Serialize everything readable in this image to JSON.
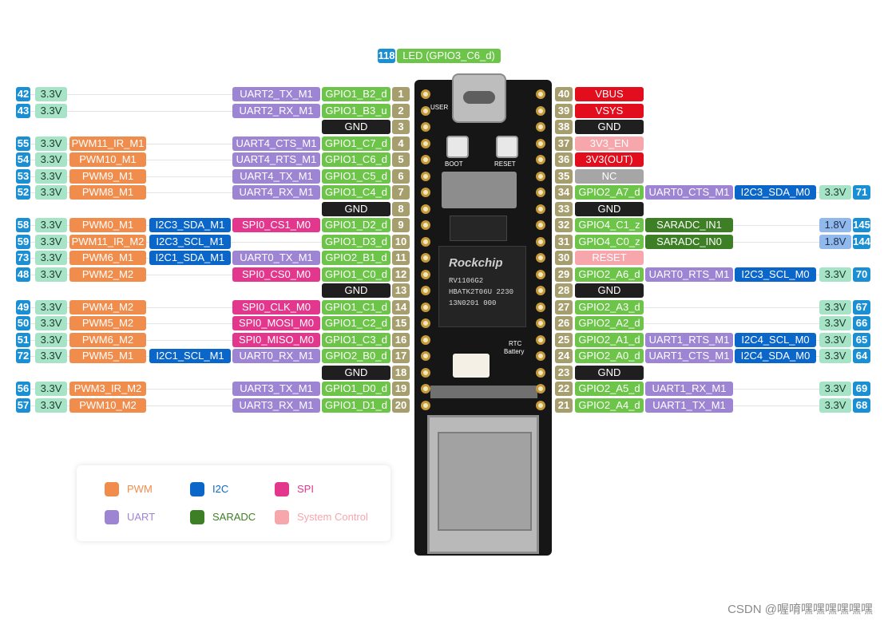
{
  "palette": {
    "id": "#1b8fd4",
    "v33": "#a6e3c7",
    "pwm": "#f08d4d",
    "i2c": "#0b66c9",
    "spi": "#e2378c",
    "uart": "#9d85d4",
    "gpio": "#6cc448",
    "pin": "#a79e6e",
    "gnd": "#1f1f1f",
    "saradc": "#3d7f24",
    "power": "#e20e1d",
    "syscontrol": "#f7a6ac",
    "nc": "#a6a6a6",
    "v18": "#92b9ec"
  },
  "top_label": {
    "id": "118",
    "name": "LED (GPIO3_C6_d)"
  },
  "board": {
    "usb_label": "USER",
    "boot_label": "BOOT",
    "reset_label": "RESET",
    "chip_brand": "Rockchip",
    "chip_lines": [
      "RV1106G2",
      "HBATK2T06U 2230",
      "13N0201 000"
    ],
    "rtc_label": "RTC",
    "battery_label": "Battery"
  },
  "left_rows": [
    {
      "pin": "1",
      "cells": [
        {
          "t": "id",
          "v": "42"
        },
        {
          "t": "v33",
          "v": "3.3V"
        },
        {
          "t": "gap"
        },
        {
          "t": "gap"
        },
        {
          "t": "gap"
        },
        {
          "t": "uart",
          "v": "UART2_TX_M1"
        },
        {
          "t": "gpio",
          "v": "GPIO1_B2_d"
        }
      ]
    },
    {
      "pin": "2",
      "cells": [
        {
          "t": "id",
          "v": "43"
        },
        {
          "t": "v33",
          "v": "3.3V"
        },
        {
          "t": "gap"
        },
        {
          "t": "gap"
        },
        {
          "t": "gap"
        },
        {
          "t": "uart",
          "v": "UART2_RX_M1"
        },
        {
          "t": "gpio",
          "v": "GPIO1_B3_u"
        }
      ]
    },
    {
      "pin": "3",
      "cells": [
        {
          "t": "gap"
        },
        {
          "t": "gap"
        },
        {
          "t": "gap"
        },
        {
          "t": "gap"
        },
        {
          "t": "gap"
        },
        {
          "t": "gap"
        },
        {
          "t": "gnd",
          "v": "GND"
        }
      ]
    },
    {
      "pin": "4",
      "cells": [
        {
          "t": "id",
          "v": "55"
        },
        {
          "t": "v33",
          "v": "3.3V"
        },
        {
          "t": "pwm",
          "v": "PWM11_IR_M1"
        },
        {
          "t": "gap"
        },
        {
          "t": "gap"
        },
        {
          "t": "uart",
          "v": "UART4_CTS_M1"
        },
        {
          "t": "gpio",
          "v": "GPIO1_C7_d"
        }
      ]
    },
    {
      "pin": "5",
      "cells": [
        {
          "t": "id",
          "v": "54"
        },
        {
          "t": "v33",
          "v": "3.3V"
        },
        {
          "t": "pwm",
          "v": "PWM10_M1"
        },
        {
          "t": "gap"
        },
        {
          "t": "gap"
        },
        {
          "t": "uart",
          "v": "UART4_RTS_M1"
        },
        {
          "t": "gpio",
          "v": "GPIO1_C6_d"
        }
      ]
    },
    {
      "pin": "6",
      "cells": [
        {
          "t": "id",
          "v": "53"
        },
        {
          "t": "v33",
          "v": "3.3V"
        },
        {
          "t": "pwm",
          "v": "PWM9_M1"
        },
        {
          "t": "gap"
        },
        {
          "t": "gap"
        },
        {
          "t": "uart",
          "v": "UART4_TX_M1"
        },
        {
          "t": "gpio",
          "v": "GPIO1_C5_d"
        }
      ]
    },
    {
      "pin": "7",
      "cells": [
        {
          "t": "id",
          "v": "52"
        },
        {
          "t": "v33",
          "v": "3.3V"
        },
        {
          "t": "pwm",
          "v": "PWM8_M1"
        },
        {
          "t": "gap"
        },
        {
          "t": "gap"
        },
        {
          "t": "uart",
          "v": "UART4_RX_M1"
        },
        {
          "t": "gpio",
          "v": "GPIO1_C4_d"
        }
      ]
    },
    {
      "pin": "8",
      "cells": [
        {
          "t": "gap"
        },
        {
          "t": "gap"
        },
        {
          "t": "gap"
        },
        {
          "t": "gap"
        },
        {
          "t": "gap"
        },
        {
          "t": "gap"
        },
        {
          "t": "gnd",
          "v": "GND"
        }
      ]
    },
    {
      "pin": "9",
      "cells": [
        {
          "t": "id",
          "v": "58"
        },
        {
          "t": "v33",
          "v": "3.3V"
        },
        {
          "t": "pwm",
          "v": "PWM0_M1"
        },
        {
          "t": "i2c",
          "v": "I2C3_SDA_M1"
        },
        {
          "t": "spi",
          "v": "SPI0_CS1_M0"
        },
        {
          "t": "gap"
        },
        {
          "t": "gpio",
          "v": "GPIO1_D2_d"
        }
      ]
    },
    {
      "pin": "10",
      "cells": [
        {
          "t": "id",
          "v": "59"
        },
        {
          "t": "v33",
          "v": "3.3V"
        },
        {
          "t": "pwm",
          "v": "PWM11_IR_M2"
        },
        {
          "t": "i2c",
          "v": "I2C3_SCL_M1"
        },
        {
          "t": "gap"
        },
        {
          "t": "gap"
        },
        {
          "t": "gpio",
          "v": "GPIO1_D3_d"
        }
      ]
    },
    {
      "pin": "11",
      "cells": [
        {
          "t": "id",
          "v": "73"
        },
        {
          "t": "v33",
          "v": "3.3V"
        },
        {
          "t": "pwm",
          "v": "PWM6_M1"
        },
        {
          "t": "i2c",
          "v": "I2C1_SDA_M1"
        },
        {
          "t": "gap"
        },
        {
          "t": "uart",
          "v": "UART0_TX_M1"
        },
        {
          "t": "gpio",
          "v": "GPIO2_B1_d"
        }
      ]
    },
    {
      "pin": "12",
      "cells": [
        {
          "t": "id",
          "v": "48"
        },
        {
          "t": "v33",
          "v": "3.3V"
        },
        {
          "t": "pwm",
          "v": "PWM2_M2"
        },
        {
          "t": "gap"
        },
        {
          "t": "spi",
          "v": "SPI0_CS0_M0"
        },
        {
          "t": "gap"
        },
        {
          "t": "gpio",
          "v": "GPIO1_C0_d"
        }
      ]
    },
    {
      "pin": "13",
      "cells": [
        {
          "t": "gap"
        },
        {
          "t": "gap"
        },
        {
          "t": "gap"
        },
        {
          "t": "gap"
        },
        {
          "t": "gap"
        },
        {
          "t": "gap"
        },
        {
          "t": "gnd",
          "v": "GND"
        }
      ]
    },
    {
      "pin": "14",
      "cells": [
        {
          "t": "id",
          "v": "49"
        },
        {
          "t": "v33",
          "v": "3.3V"
        },
        {
          "t": "pwm",
          "v": "PWM4_M2"
        },
        {
          "t": "gap"
        },
        {
          "t": "spi",
          "v": "SPI0_CLK_M0"
        },
        {
          "t": "gap"
        },
        {
          "t": "gpio",
          "v": "GPIO1_C1_d"
        }
      ]
    },
    {
      "pin": "15",
      "cells": [
        {
          "t": "id",
          "v": "50"
        },
        {
          "t": "v33",
          "v": "3.3V"
        },
        {
          "t": "pwm",
          "v": "PWM5_M2"
        },
        {
          "t": "gap"
        },
        {
          "t": "spi",
          "v": "SPI0_MOSI_M0"
        },
        {
          "t": "gap"
        },
        {
          "t": "gpio",
          "v": "GPIO1_C2_d"
        }
      ]
    },
    {
      "pin": "16",
      "cells": [
        {
          "t": "id",
          "v": "51"
        },
        {
          "t": "v33",
          "v": "3.3V"
        },
        {
          "t": "pwm",
          "v": "PWM6_M2"
        },
        {
          "t": "gap"
        },
        {
          "t": "spi",
          "v": "SPI0_MISO_M0"
        },
        {
          "t": "gap"
        },
        {
          "t": "gpio",
          "v": "GPIO1_C3_d"
        }
      ]
    },
    {
      "pin": "17",
      "cells": [
        {
          "t": "id",
          "v": "72"
        },
        {
          "t": "v33",
          "v": "3.3V"
        },
        {
          "t": "pwm",
          "v": "PWM5_M1"
        },
        {
          "t": "i2c",
          "v": "I2C1_SCL_M1"
        },
        {
          "t": "gap"
        },
        {
          "t": "uart",
          "v": "UART0_RX_M1"
        },
        {
          "t": "gpio",
          "v": "GPIO2_B0_d"
        }
      ]
    },
    {
      "pin": "18",
      "cells": [
        {
          "t": "gap"
        },
        {
          "t": "gap"
        },
        {
          "t": "gap"
        },
        {
          "t": "gap"
        },
        {
          "t": "gap"
        },
        {
          "t": "gap"
        },
        {
          "t": "gnd",
          "v": "GND"
        }
      ]
    },
    {
      "pin": "19",
      "cells": [
        {
          "t": "id",
          "v": "56"
        },
        {
          "t": "v33",
          "v": "3.3V"
        },
        {
          "t": "pwm",
          "v": "PWM3_IR_M2"
        },
        {
          "t": "gap"
        },
        {
          "t": "gap"
        },
        {
          "t": "uart",
          "v": "UART3_TX_M1"
        },
        {
          "t": "gpio",
          "v": "GPIO1_D0_d"
        }
      ]
    },
    {
      "pin": "20",
      "cells": [
        {
          "t": "id",
          "v": "57"
        },
        {
          "t": "v33",
          "v": "3.3V"
        },
        {
          "t": "pwm",
          "v": "PWM10_M2"
        },
        {
          "t": "gap"
        },
        {
          "t": "gap"
        },
        {
          "t": "uart",
          "v": "UART3_RX_M1"
        },
        {
          "t": "gpio",
          "v": "GPIO1_D1_d"
        }
      ]
    }
  ],
  "right_rows": [
    {
      "pin": "40",
      "cells": [
        {
          "t": "power",
          "v": "VBUS"
        }
      ]
    },
    {
      "pin": "39",
      "cells": [
        {
          "t": "power",
          "v": "VSYS"
        }
      ]
    },
    {
      "pin": "38",
      "cells": [
        {
          "t": "gnd",
          "v": "GND"
        }
      ]
    },
    {
      "pin": "37",
      "cells": [
        {
          "t": "syscontrol",
          "v": "3V3_EN"
        }
      ]
    },
    {
      "pin": "36",
      "cells": [
        {
          "t": "power",
          "v": "3V3(OUT)"
        }
      ]
    },
    {
      "pin": "35",
      "cells": [
        {
          "t": "nc",
          "v": "NC"
        }
      ]
    },
    {
      "pin": "34",
      "cells": [
        {
          "t": "gpio",
          "v": "GPIO2_A7_d"
        },
        {
          "t": "uart",
          "v": "UART0_CTS_M1"
        },
        {
          "t": "i2c",
          "v": "I2C3_SDA_M0"
        },
        {
          "t": "v33",
          "v": "3.3V"
        },
        {
          "t": "id",
          "v": "71"
        }
      ]
    },
    {
      "pin": "33",
      "cells": [
        {
          "t": "gnd",
          "v": "GND"
        }
      ]
    },
    {
      "pin": "32",
      "cells": [
        {
          "t": "gpio",
          "v": "GPIO4_C1_z"
        },
        {
          "t": "saradc",
          "v": "SARADC_IN1"
        },
        {
          "t": "gap"
        },
        {
          "t": "v18",
          "v": "1.8V"
        },
        {
          "t": "id",
          "v": "145"
        }
      ]
    },
    {
      "pin": "31",
      "cells": [
        {
          "t": "gpio",
          "v": "GPIO4_C0_z"
        },
        {
          "t": "saradc",
          "v": "SARADC_IN0"
        },
        {
          "t": "gap"
        },
        {
          "t": "v18",
          "v": "1.8V"
        },
        {
          "t": "id",
          "v": "144"
        }
      ]
    },
    {
      "pin": "30",
      "cells": [
        {
          "t": "syscontrol",
          "v": "RESET"
        }
      ]
    },
    {
      "pin": "29",
      "cells": [
        {
          "t": "gpio",
          "v": "GPIO2_A6_d"
        },
        {
          "t": "uart",
          "v": "UART0_RTS_M1"
        },
        {
          "t": "i2c",
          "v": "I2C3_SCL_M0"
        },
        {
          "t": "v33",
          "v": "3.3V"
        },
        {
          "t": "id",
          "v": "70"
        }
      ]
    },
    {
      "pin": "28",
      "cells": [
        {
          "t": "gnd",
          "v": "GND"
        }
      ]
    },
    {
      "pin": "27",
      "cells": [
        {
          "t": "gpio",
          "v": "GPIO2_A3_d"
        },
        {
          "t": "gap"
        },
        {
          "t": "gap"
        },
        {
          "t": "v33",
          "v": "3.3V"
        },
        {
          "t": "id",
          "v": "67"
        }
      ]
    },
    {
      "pin": "26",
      "cells": [
        {
          "t": "gpio",
          "v": "GPIO2_A2_d"
        },
        {
          "t": "gap"
        },
        {
          "t": "gap"
        },
        {
          "t": "v33",
          "v": "3.3V"
        },
        {
          "t": "id",
          "v": "66"
        }
      ]
    },
    {
      "pin": "25",
      "cells": [
        {
          "t": "gpio",
          "v": "GPIO2_A1_d"
        },
        {
          "t": "uart",
          "v": "UART1_RTS_M1"
        },
        {
          "t": "i2c",
          "v": "I2C4_SCL_M0"
        },
        {
          "t": "v33",
          "v": "3.3V"
        },
        {
          "t": "id",
          "v": "65"
        }
      ]
    },
    {
      "pin": "24",
      "cells": [
        {
          "t": "gpio",
          "v": "GPIO2_A0_d"
        },
        {
          "t": "uart",
          "v": "UART1_CTS_M1"
        },
        {
          "t": "i2c",
          "v": "I2C4_SDA_M0"
        },
        {
          "t": "v33",
          "v": "3.3V"
        },
        {
          "t": "id",
          "v": "64"
        }
      ]
    },
    {
      "pin": "23",
      "cells": [
        {
          "t": "gnd",
          "v": "GND"
        }
      ]
    },
    {
      "pin": "22",
      "cells": [
        {
          "t": "gpio",
          "v": "GPIO2_A5_d"
        },
        {
          "t": "uart",
          "v": "UART1_RX_M1"
        },
        {
          "t": "gap"
        },
        {
          "t": "v33",
          "v": "3.3V"
        },
        {
          "t": "id",
          "v": "69"
        }
      ]
    },
    {
      "pin": "21",
      "cells": [
        {
          "t": "gpio",
          "v": "GPIO2_A4_d"
        },
        {
          "t": "uart",
          "v": "UART1_TX_M1"
        },
        {
          "t": "gap"
        },
        {
          "t": "v33",
          "v": "3.3V"
        },
        {
          "t": "id",
          "v": "68"
        }
      ]
    }
  ],
  "legend": [
    {
      "label": "PWM",
      "type": "pwm"
    },
    {
      "label": "I2C",
      "type": "i2c"
    },
    {
      "label": "SPI",
      "type": "spi"
    },
    {
      "label": "UART",
      "type": "uart"
    },
    {
      "label": "SARADC",
      "type": "saradc"
    },
    {
      "label": "System Control",
      "type": "syscontrol"
    }
  ],
  "watermark": "CSDN @喔唷嘿嘿嘿嘿嘿嘿"
}
